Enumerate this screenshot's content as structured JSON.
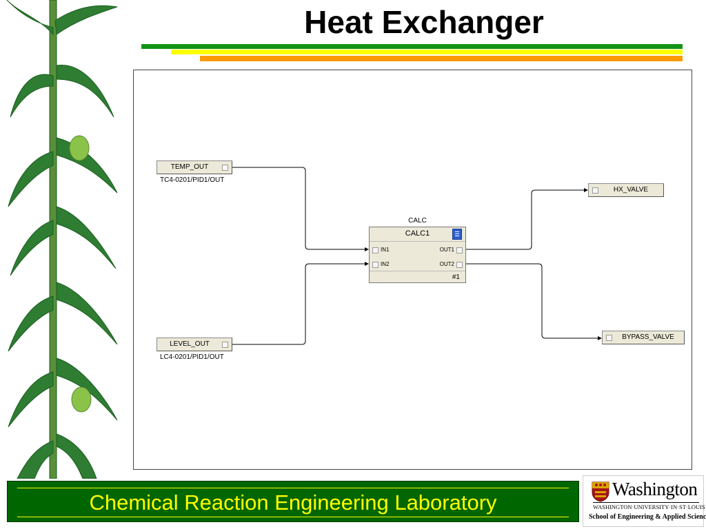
{
  "slide": {
    "title": "Heat Exchanger",
    "footer": "Chemical Reaction Engineering Laboratory",
    "colors": {
      "green": "#129415",
      "yellow": "#ffff00",
      "orange": "#ff9900",
      "footer_bg": "#006600"
    }
  },
  "diagram": {
    "inputs": [
      {
        "name": "TEMP_OUT",
        "source": "TC4-0201/PID1/OUT"
      },
      {
        "name": "LEVEL_OUT",
        "source": "LC4-0201/PID1/OUT"
      }
    ],
    "block": {
      "type": "CALC",
      "name": "CALC1",
      "inputs": [
        "IN1",
        "IN2"
      ],
      "outputs": [
        "OUT1",
        "OUT2"
      ],
      "execution_order": "#1"
    },
    "outputs": [
      {
        "name": "HX_VALVE"
      },
      {
        "name": "BYPASS_VALVE"
      }
    ],
    "connections": [
      {
        "from": "TEMP_OUT",
        "to": "IN1"
      },
      {
        "from": "LEVEL_OUT",
        "to": "IN2"
      },
      {
        "from": "OUT1",
        "to": "HX_VALVE"
      },
      {
        "from": "OUT2",
        "to": "BYPASS_VALVE"
      }
    ]
  },
  "logo": {
    "name": "Washington",
    "university": "WASHINGTON·UNIVERSITY·IN·ST·LOUIS",
    "school": "School of Engineering & Applied Science"
  }
}
